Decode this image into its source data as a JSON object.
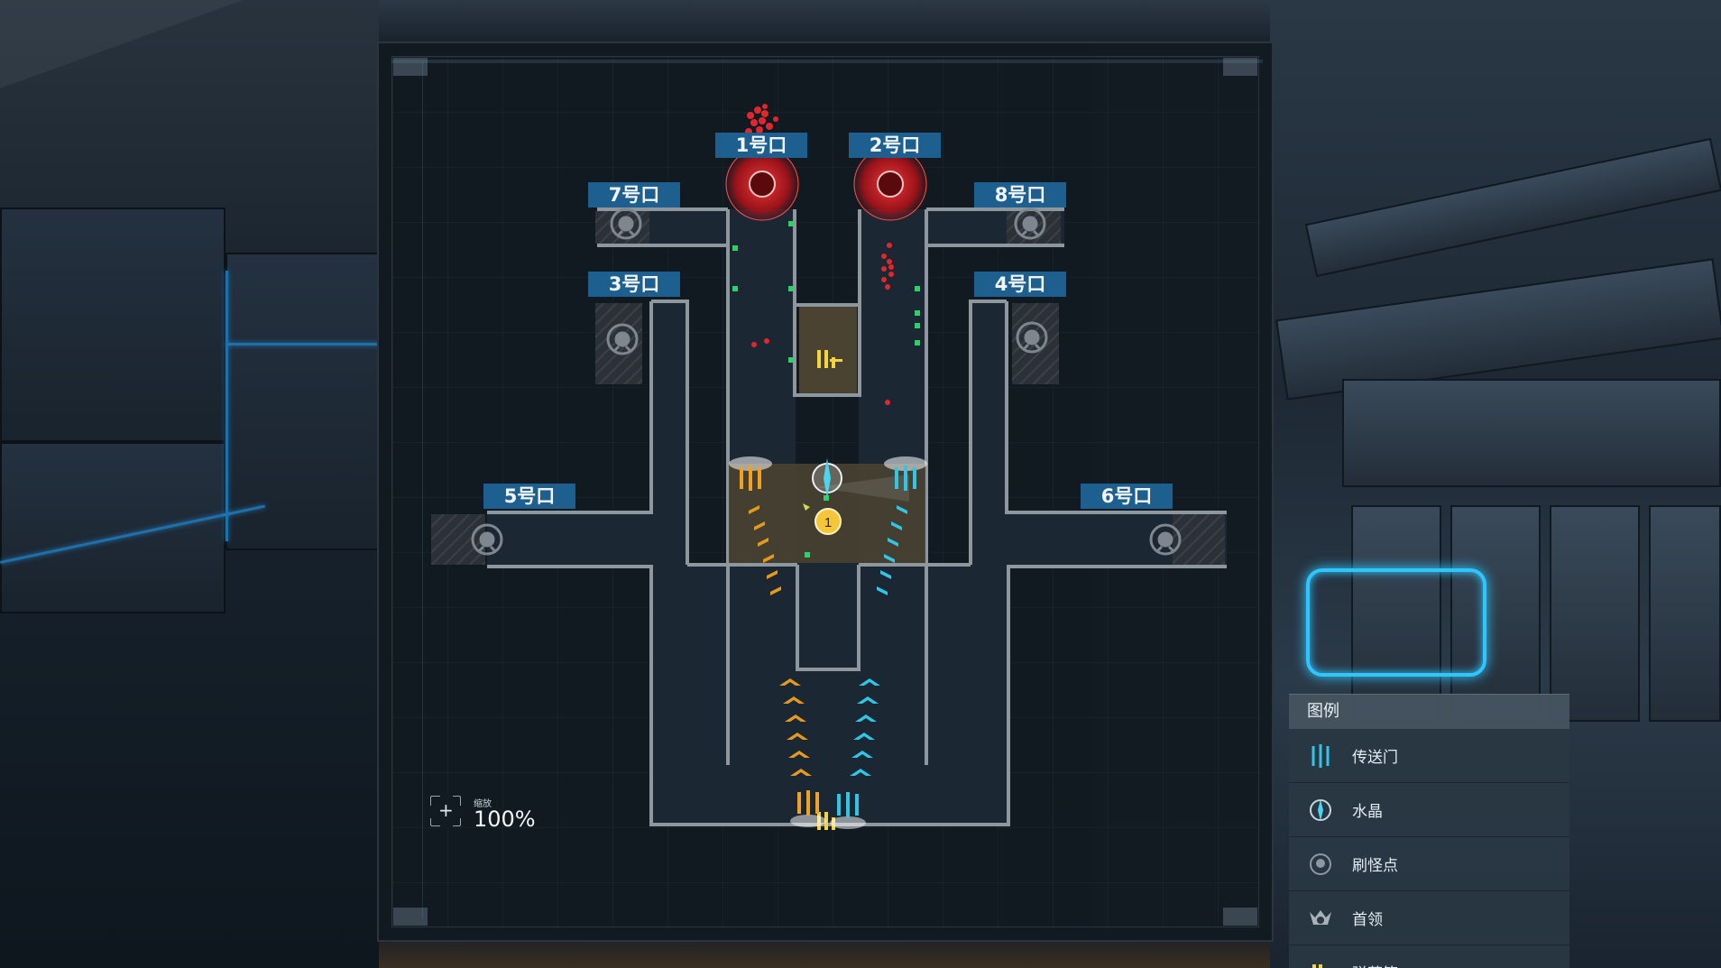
{
  "map": {
    "gates": [
      {
        "id": "gate1",
        "label": "1号口"
      },
      {
        "id": "gate2",
        "label": "2号口"
      },
      {
        "id": "gate3",
        "label": "3号口"
      },
      {
        "id": "gate4",
        "label": "4号口"
      },
      {
        "id": "gate5",
        "label": "5号口"
      },
      {
        "id": "gate6",
        "label": "6号口"
      },
      {
        "id": "gate7",
        "label": "7号口"
      },
      {
        "id": "gate8",
        "label": "8号口"
      }
    ],
    "player_marker": "1",
    "zoom": {
      "label": "缩放",
      "value": "100%"
    }
  },
  "legend": {
    "title": "图例",
    "items": [
      {
        "label": "传送门",
        "icon": "portal-icon"
      },
      {
        "label": "水晶",
        "icon": "crystal-icon"
      },
      {
        "label": "刷怪点",
        "icon": "spawn-point-icon"
      },
      {
        "label": "首领",
        "icon": "boss-icon"
      },
      {
        "label": "弹药箱",
        "icon": "ammo-box-icon"
      }
    ]
  },
  "colors": {
    "corridor_outline": "#8f979e",
    "gate_label": "#1d5f8e",
    "enemy": "#e3262e",
    "ally": "#2fd06a",
    "orange_portal": "#f0a11f",
    "cyan_portal": "#2fc6e8",
    "objective_zone": "#4a4332"
  }
}
